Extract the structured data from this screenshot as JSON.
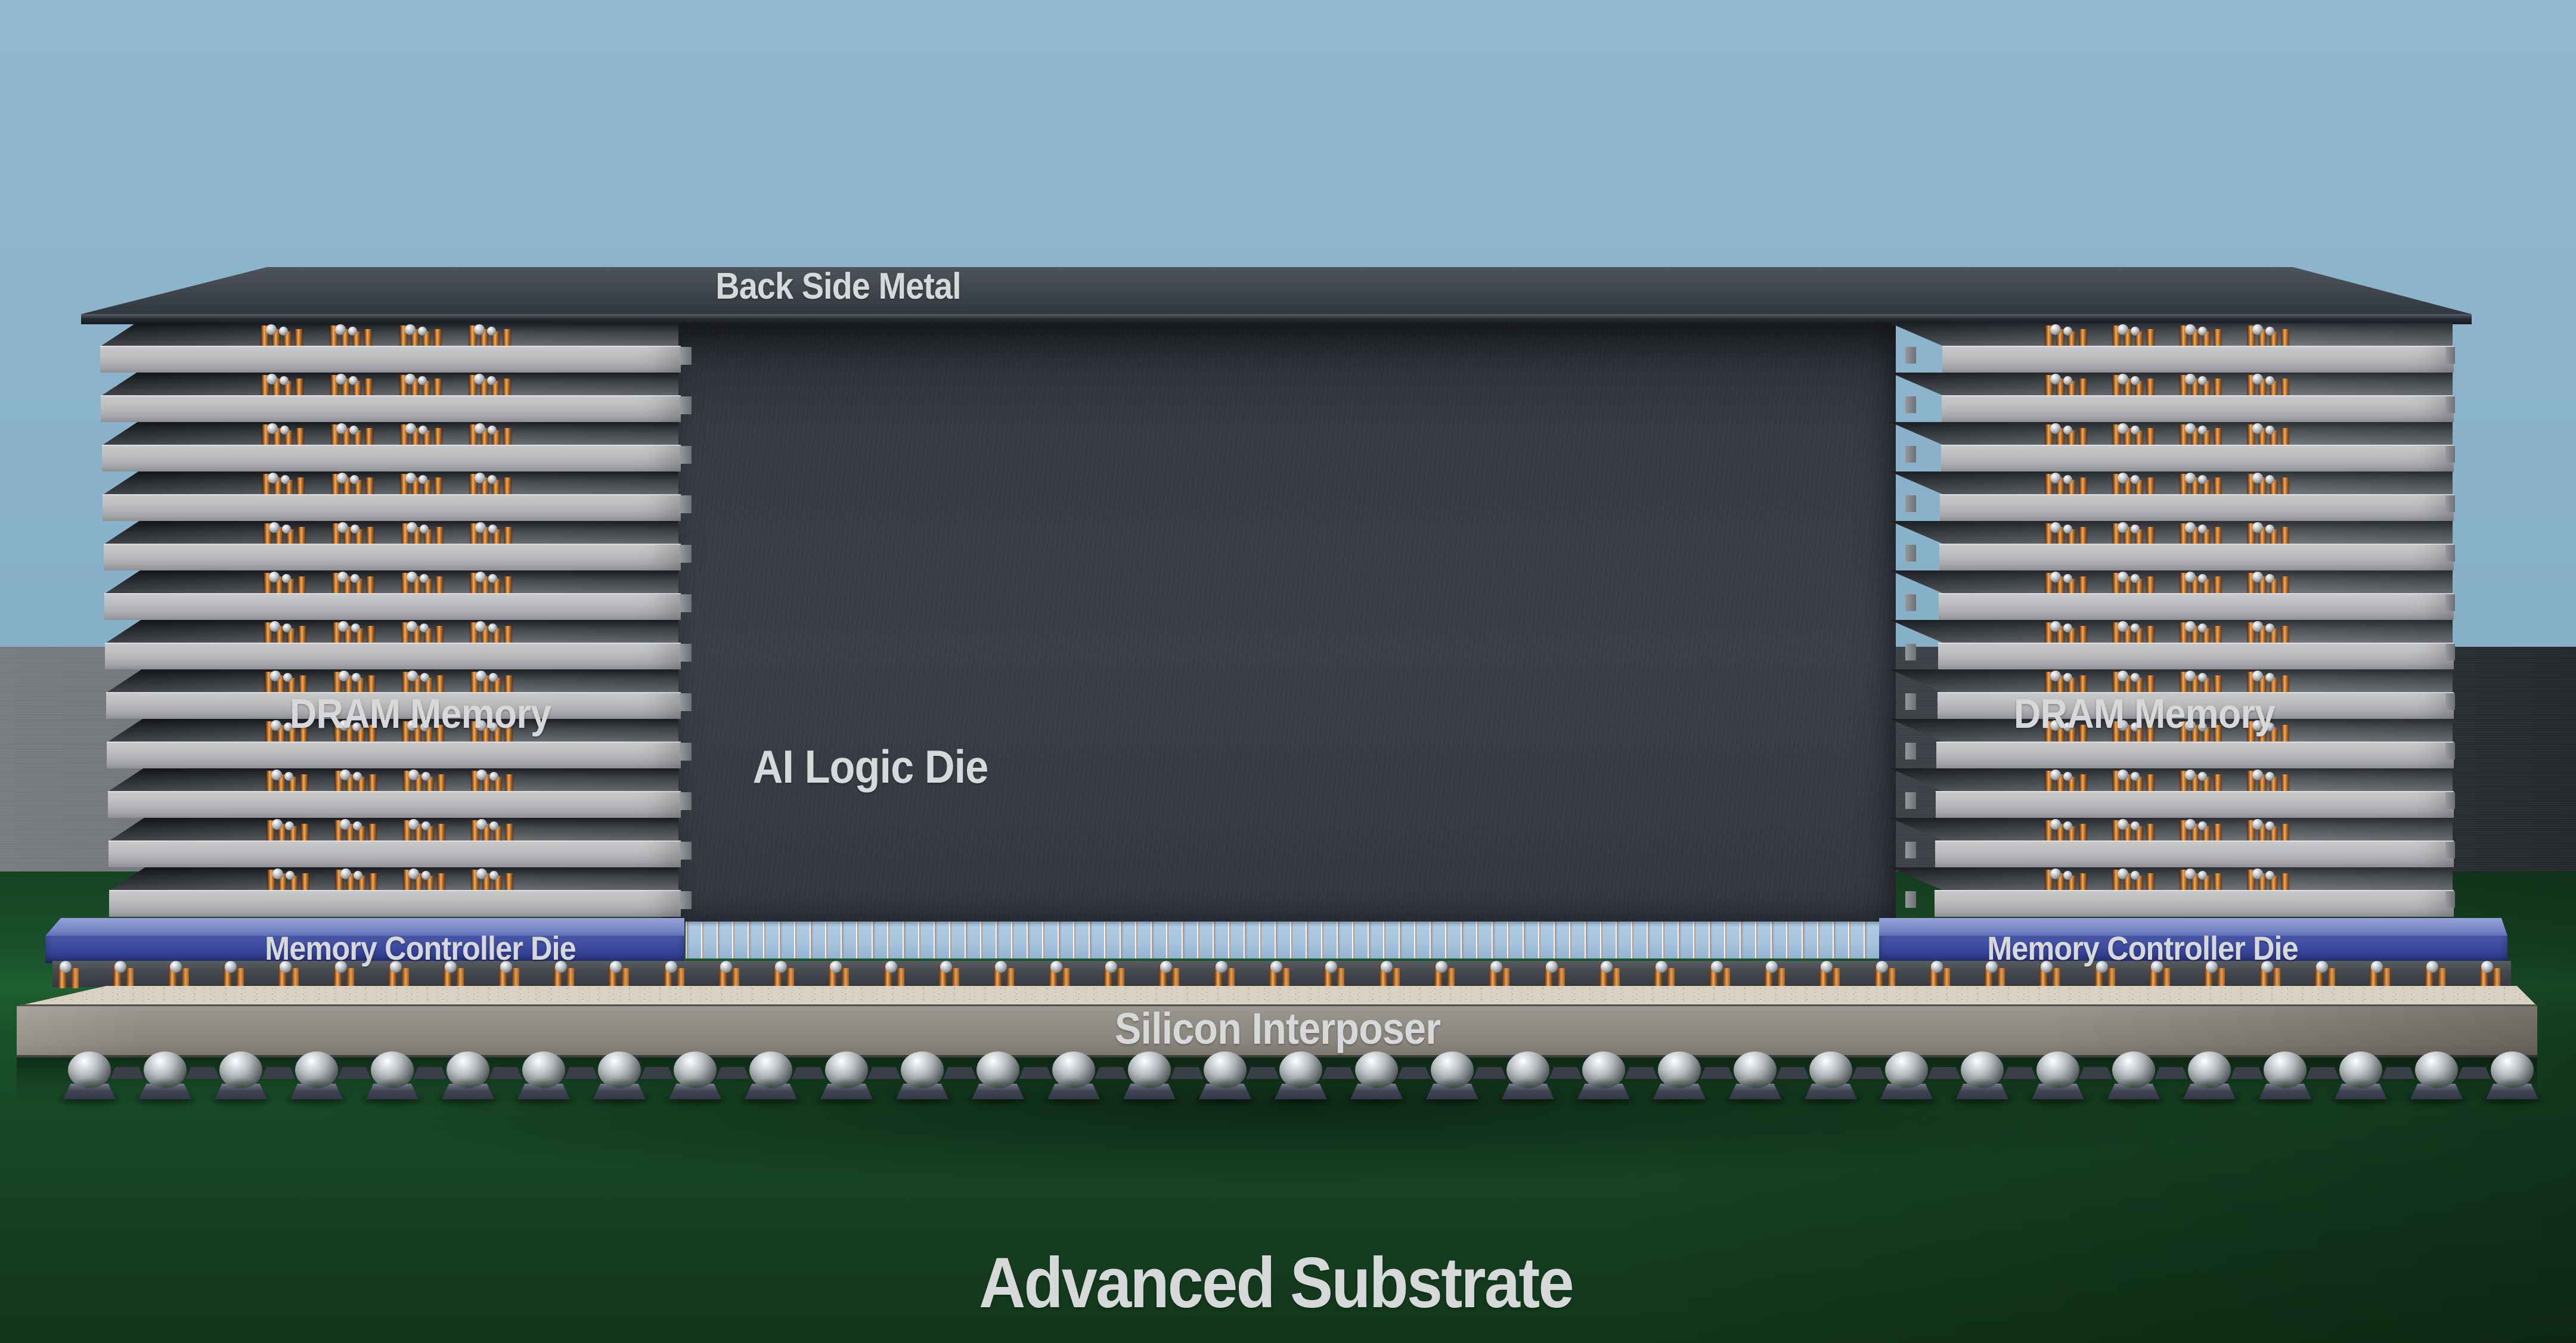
{
  "title": "AI chip advanced-packaging 3D cross-section render",
  "labels": {
    "back_side_metal": "Back Side Metal",
    "ai_logic_die": "AI Logic Die",
    "dram_memory_left": "DRAM Memory",
    "dram_memory_right": "DRAM Memory",
    "memory_controller_left": "Memory Controller Die",
    "memory_controller_right": "Memory Controller Die",
    "silicon_interposer": "Silicon Interposer",
    "advanced_substrate": "Advanced Substrate"
  },
  "structure": {
    "dram_stacks": 2,
    "dram_layers_per_stack": 12,
    "bump_clusters_per_gap": 4,
    "pillars_per_cluster": 4,
    "balls_per_cluster": 2,
    "c4_bump_count": 45,
    "solder_ball_count": 33
  },
  "colors": {
    "sky": "#8ab3cb",
    "wall_gray": "#5a5e64",
    "board_green": "#1a5128",
    "backside_metal": "#3e444c",
    "logic_die": "#363b44",
    "dram_die": "#c0c1c3",
    "controller_blue": "#3b4a9e",
    "interposer_taupe": "#8a857c",
    "copper_bump": "#c87c30",
    "solder_silver": "#b4b9bd",
    "label_text": "#d6d8d9"
  }
}
